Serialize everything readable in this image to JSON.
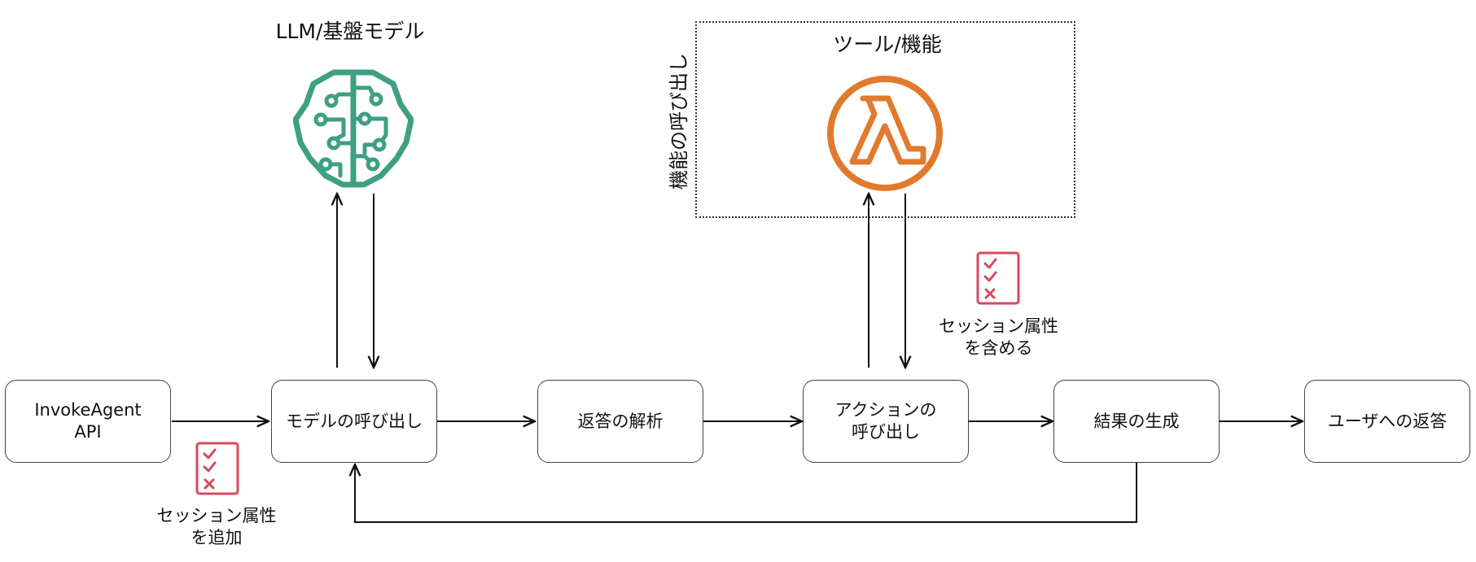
{
  "colors": {
    "llm_accent": "#3f9f82",
    "lambda_accent": "#e17a2d",
    "checklist_accent": "#d7485d",
    "line": "#111111",
    "border": "#444444"
  },
  "sections": {
    "llm_title": "LLM/基盤モデル",
    "tools_title": "ツール/機能",
    "tools_side_label": "機能の呼び出し"
  },
  "icons": {
    "llm": "brain-circuit-icon",
    "tools": "lambda-icon",
    "session_add": "checklist-icon",
    "session_include": "checklist-icon"
  },
  "nodes": [
    {
      "id": "invoke",
      "label": "InvokeAgent\nAPI"
    },
    {
      "id": "invoke_model",
      "label": "モデルの呼び出し"
    },
    {
      "id": "parse",
      "label": "返答の解析"
    },
    {
      "id": "action",
      "label": "アクションの\n呼び出し"
    },
    {
      "id": "result",
      "label": "結果の生成"
    },
    {
      "id": "reply",
      "label": "ユーザへの返答"
    }
  ],
  "annotations": {
    "session_add": "セッション属性\nを追加",
    "session_include": "セッション属性\nを含める"
  }
}
